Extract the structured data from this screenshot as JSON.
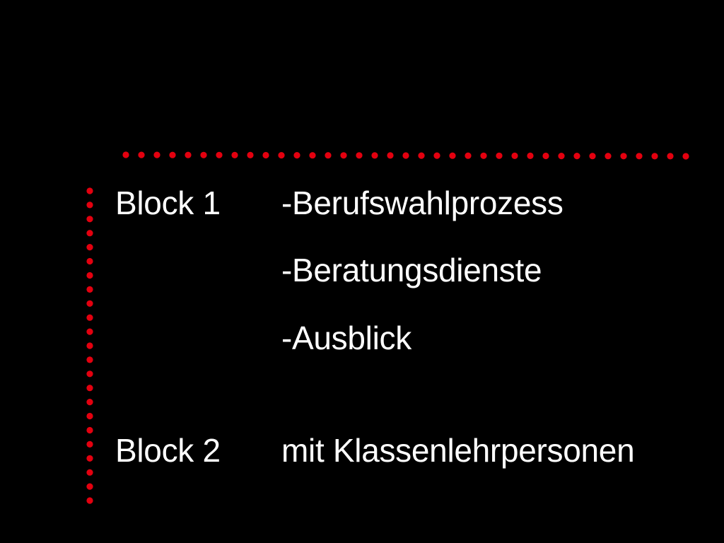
{
  "colors": {
    "background": "#000000",
    "text": "#ffffff",
    "accent_dots": "#e3000f"
  },
  "agenda": {
    "block1": {
      "label": "Block 1",
      "items": [
        "-Berufswahlprozess",
        "-Beratungsdienste",
        "-Ausblick"
      ]
    },
    "block2": {
      "label": "Block 2",
      "items": [
        "mit Klassenlehrpersonen"
      ]
    }
  }
}
